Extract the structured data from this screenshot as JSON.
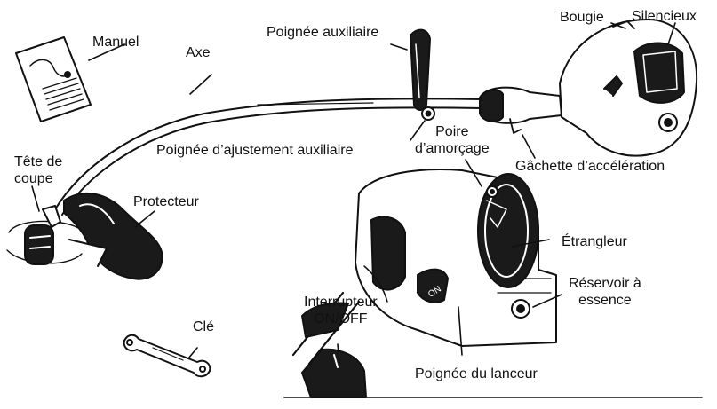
{
  "labels": {
    "manuel": "Manuel",
    "axe": "Axe",
    "poignee_auxiliaire": "Poignée auxiliaire",
    "bougie": "Bougie",
    "silencieux": "Silencieux",
    "tete_de_coupe": "Tête de\ncoupe",
    "poignee_ajustement": "Poignée d’ajustement auxiliaire",
    "poire_amorcage": "Poire\nd’amorçage",
    "gachette": "Gâchette d’accélération",
    "protecteur": "Protecteur",
    "etrangleur": "Étrangleur",
    "reservoir": "Réservoir à\nessence",
    "interrupteur": "Interrupteur\nON/OFF",
    "cle": "Clé",
    "poignee_lanceur": "Poignée du lanceur"
  },
  "switch_text": "ON",
  "colors": {
    "ink": "#111111",
    "paper": "#ffffff",
    "shade": "#1a1a1a",
    "grey": "#e8e8e8"
  }
}
